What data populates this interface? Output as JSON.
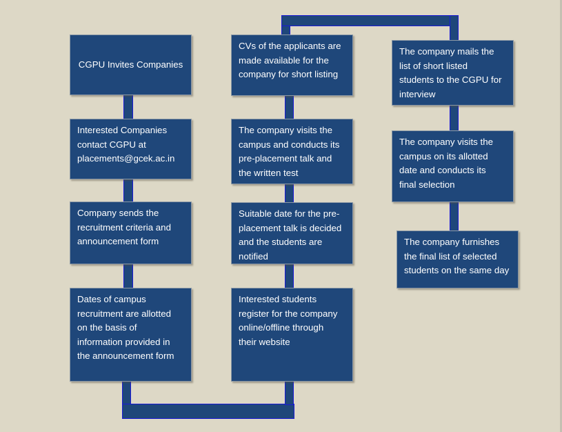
{
  "diagram": {
    "column1": [
      "CGPU Invites Companies",
      "Interested Companies\ncontact CGPU at\nplacements@gcek.ac.in",
      "Company sends the\nrecruitment criteria and\nannouncement form",
      "Dates of campus\nrecruitment are allotted\non the basis of\ninformation provided in\nthe announcement form"
    ],
    "column2": [
      "CVs of the applicants are\nmade available for the\ncompany for short listing",
      "The company visits the\ncampus and conducts its\npre-placement talk and\nthe written test",
      "Suitable date for the pre-\nplacement talk is decided\nand the students are\nnotified",
      "Interested students\nregister for the company\nonline/offline through\ntheir website"
    ],
    "column3": [
      "The company mails the\nlist of short listed\nstudents to the CGPU for\ninterview",
      "The company visits the\ncampus on its allotted\ndate and conducts its\nfinal selection",
      "The company furnishes\nthe final list of selected\nstudents on the same day"
    ],
    "colors": {
      "box_fill": "#1f477a",
      "connector_border": "#1a1ad6",
      "background": "#ddd8c6",
      "text": "#ffffff"
    }
  }
}
